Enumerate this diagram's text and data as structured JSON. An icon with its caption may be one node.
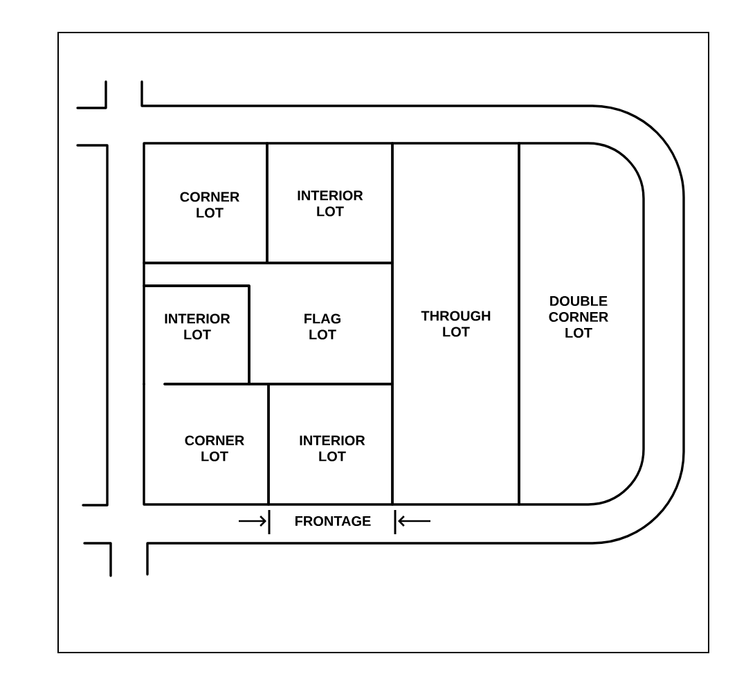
{
  "diagram": {
    "nodes": [
      {
        "text": [
          "CORNER LOT"
        ]
      },
      {
        "text": [
          "INTERIOR LOT"
        ]
      },
      {
        "text": [
          "INTERIOR LOT"
        ]
      },
      {
        "text": [
          "FLAG LOT"
        ]
      },
      {
        "text": [
          "THROUGH LOT"
        ]
      },
      {
        "text": [
          "DOUBLE CORNER LOT"
        ]
      },
      {
        "text": [
          "CORNER LOT"
        ]
      },
      {
        "text": [
          "INTERIOR LOT"
        ]
      }
    ],
    "labels": [
      "FRONTAGE"
    ]
  }
}
